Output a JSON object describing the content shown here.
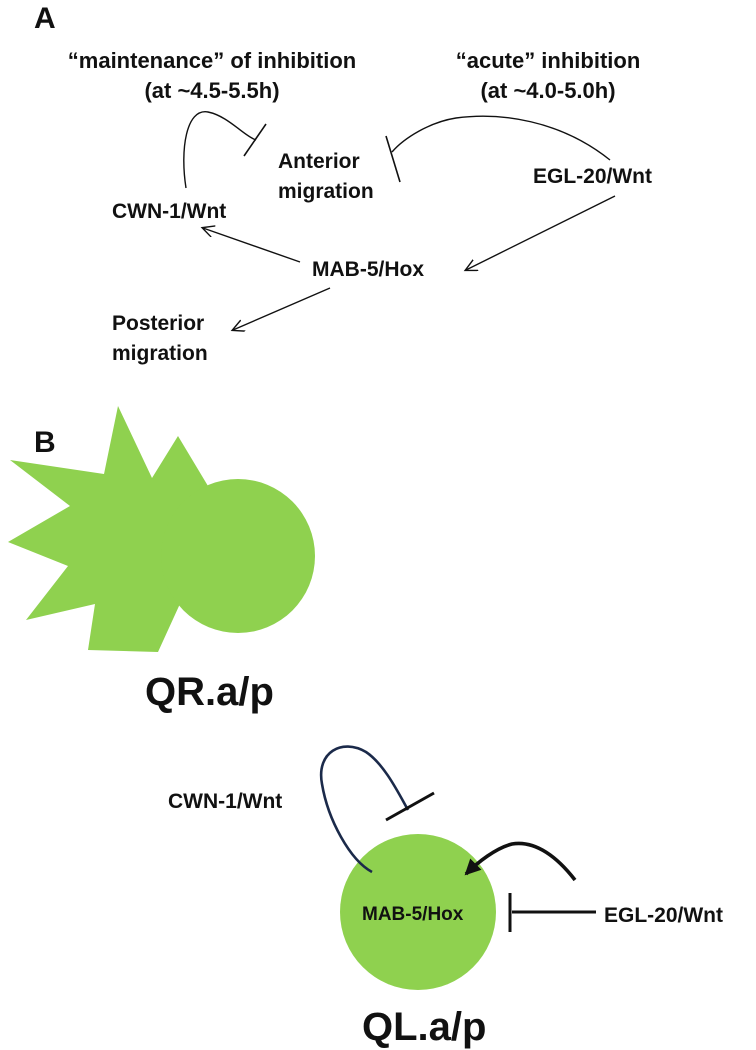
{
  "panel_a": {
    "letter": "A",
    "maintenance_title": "“maintenance” of inhibition",
    "maintenance_time": "(at ~4.5-5.5h)",
    "acute_title": "“acute” inhibition",
    "acute_time": "(at ~4.0-5.0h)",
    "anterior_line1": "Anterior",
    "anterior_line2": "migration",
    "cwn1": "CWN-1/Wnt",
    "egl20": "EGL-20/Wnt",
    "mab5": "MAB-5/Hox",
    "posterior_line1": "Posterior",
    "posterior_line2": "migration"
  },
  "panel_b": {
    "letter": "B",
    "qr_label": "QR.a/p",
    "ql_label": "QL.a/p",
    "cwn1": "CWN-1/Wnt",
    "mab5": "MAB-5/Hox",
    "egl20": "EGL-20/Wnt"
  },
  "colors": {
    "cell_green": "#8fd14f",
    "line_black": "#111111",
    "line_navy": "#1b2a4a"
  }
}
